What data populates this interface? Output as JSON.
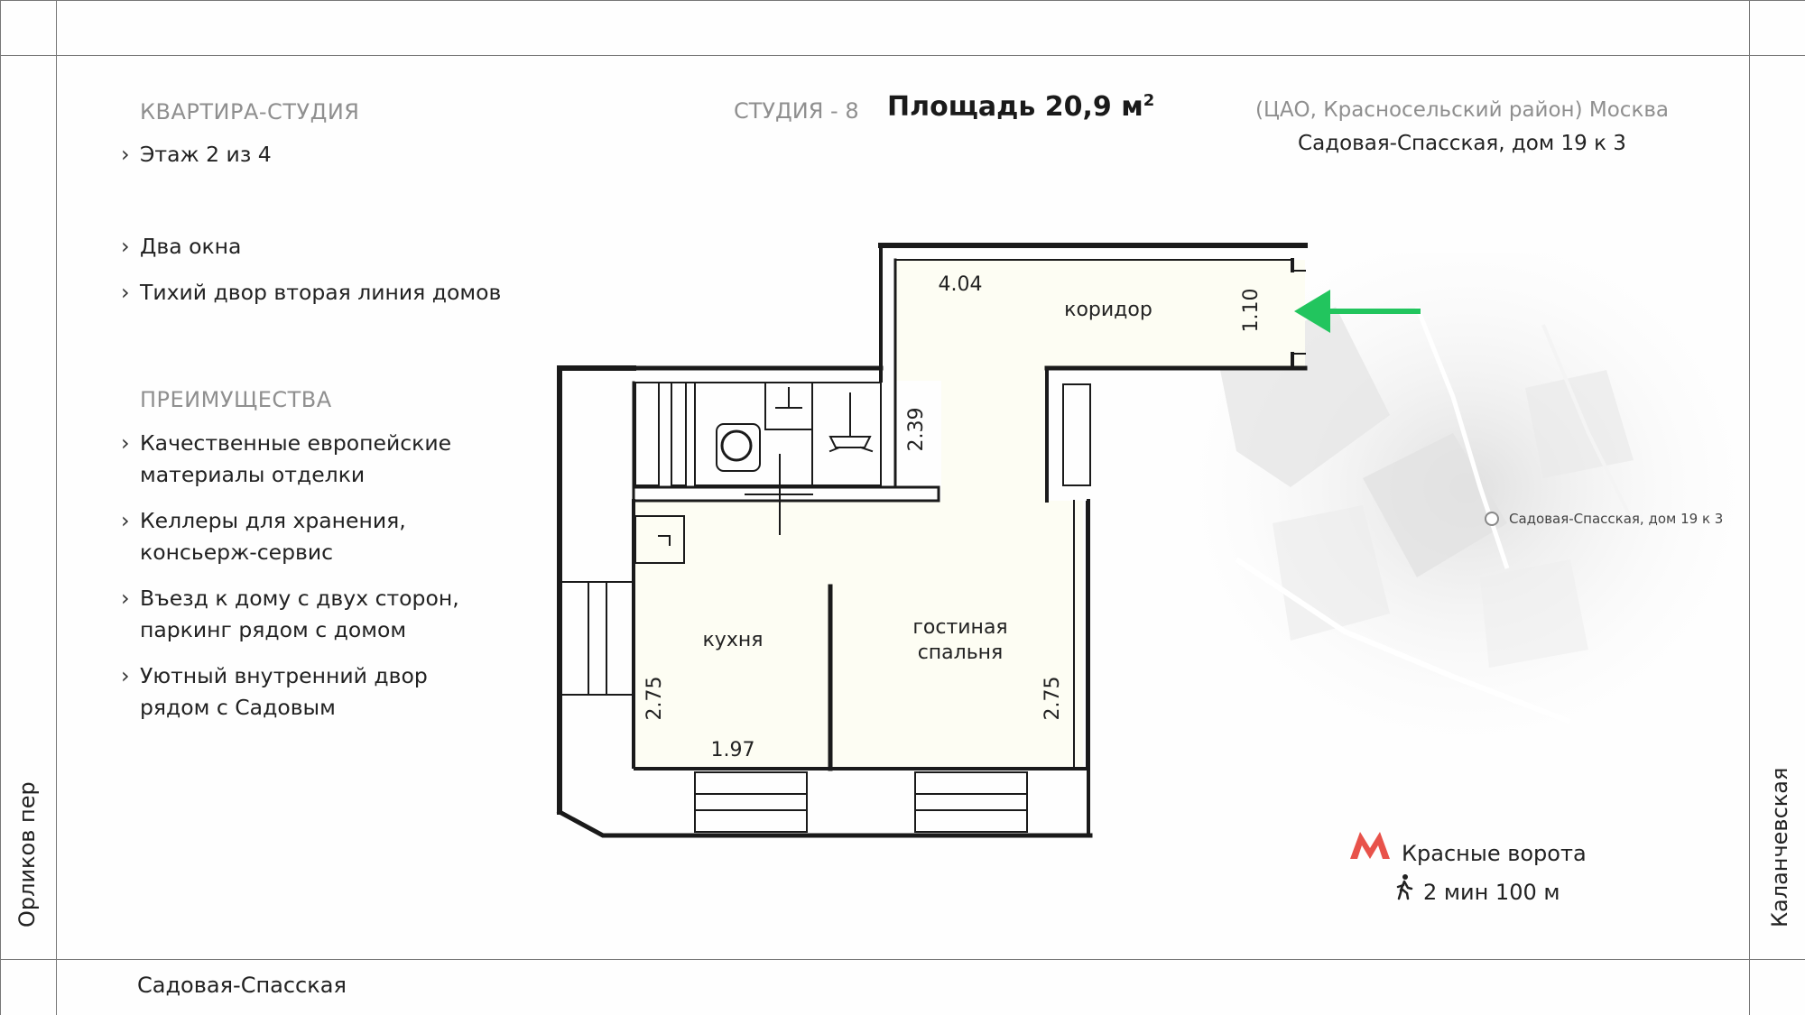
{
  "streets": {
    "left": "Орликов пер",
    "right": "Каланчевская",
    "bottom": "Садовая-Спасская"
  },
  "apartment": {
    "type_heading": "КВАРТИРА-СТУДИЯ",
    "features": [
      "Этаж 2 из 4",
      "Два окна",
      "Тихий двор вторая линия домов"
    ]
  },
  "advantages": {
    "heading": "ПРЕИМУЩЕСТВА",
    "items": [
      [
        "Качественные европейские",
        "материалы отделки"
      ],
      [
        "Келлеры для хранения,",
        "консьерж-сервис"
      ],
      [
        "Въезд к дому с двух сторон,",
        "паркинг рядом с домом"
      ],
      [
        "Уютный внутренний двор",
        "рядом с Садовым"
      ]
    ]
  },
  "header": {
    "studio_label": "СТУДИЯ - 8",
    "area_label": "Площадь 20,9 м",
    "area_sup": "2"
  },
  "address": {
    "line1": "(ЦАО, Красносельский район) Москва",
    "line2": "Садовая-Спасская, дом 19 к 3"
  },
  "plan": {
    "rooms": {
      "corridor": "коридор",
      "kitchen": "кухня",
      "living_line1": "гостиная",
      "living_line2": "спальня"
    },
    "dims": {
      "corridor_len": "4.04",
      "corridor_w": "1.10",
      "bath": "2.39",
      "kitchen_h": "2.75",
      "kitchen_w": "1.97",
      "living_h": "2.75"
    },
    "arrow_color": "#22c55e"
  },
  "map": {
    "pin_label": "Садовая-Спасская, дом 19 к 3"
  },
  "metro": {
    "station": "Красные ворота",
    "walk": "2 мин 100 м",
    "logo_color": "#e8524a"
  }
}
